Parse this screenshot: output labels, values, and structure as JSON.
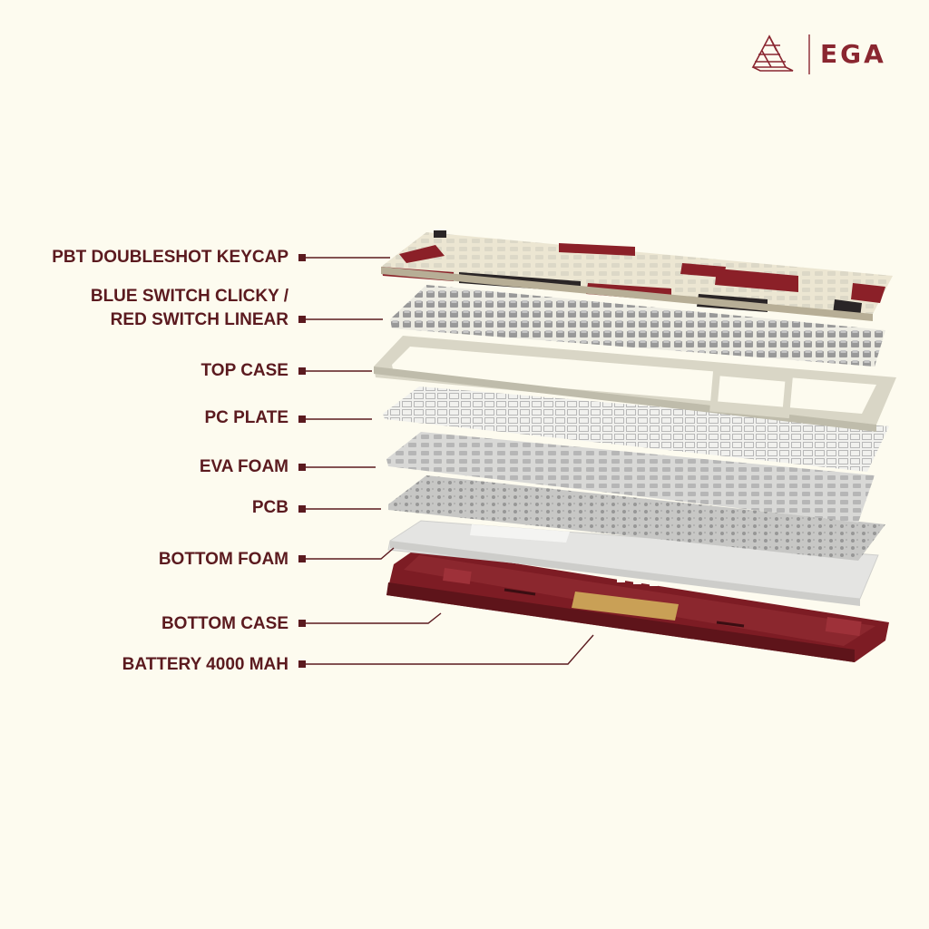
{
  "brand": {
    "name": "EGA"
  },
  "labels": {
    "keycap": "PBT DOUBLESHOT KEYCAP",
    "switch_line1": "BLUE SWITCH CLICKY /",
    "switch_line2": "RED SWITCH LINEAR",
    "top_case": "TOP CASE",
    "pc_plate": "PC PLATE",
    "eva_foam": "EVA FOAM",
    "pcb": "PCB",
    "bottom_foam": "BOTTOM FOAM",
    "bottom_case": "BOTTOM CASE",
    "battery": "BATTERY 4000 MAH"
  },
  "colors": {
    "background": "#fdfbef",
    "text": "#5b1a1f",
    "brand": "#8a2630",
    "keycap_red": "#8b2028",
    "keycap_cream": "#ece6d2",
    "keycap_black": "#2a2526",
    "case_beige": "#d9d6c6",
    "bottom_case": "#7d1c24",
    "battery": "#c9a056"
  }
}
